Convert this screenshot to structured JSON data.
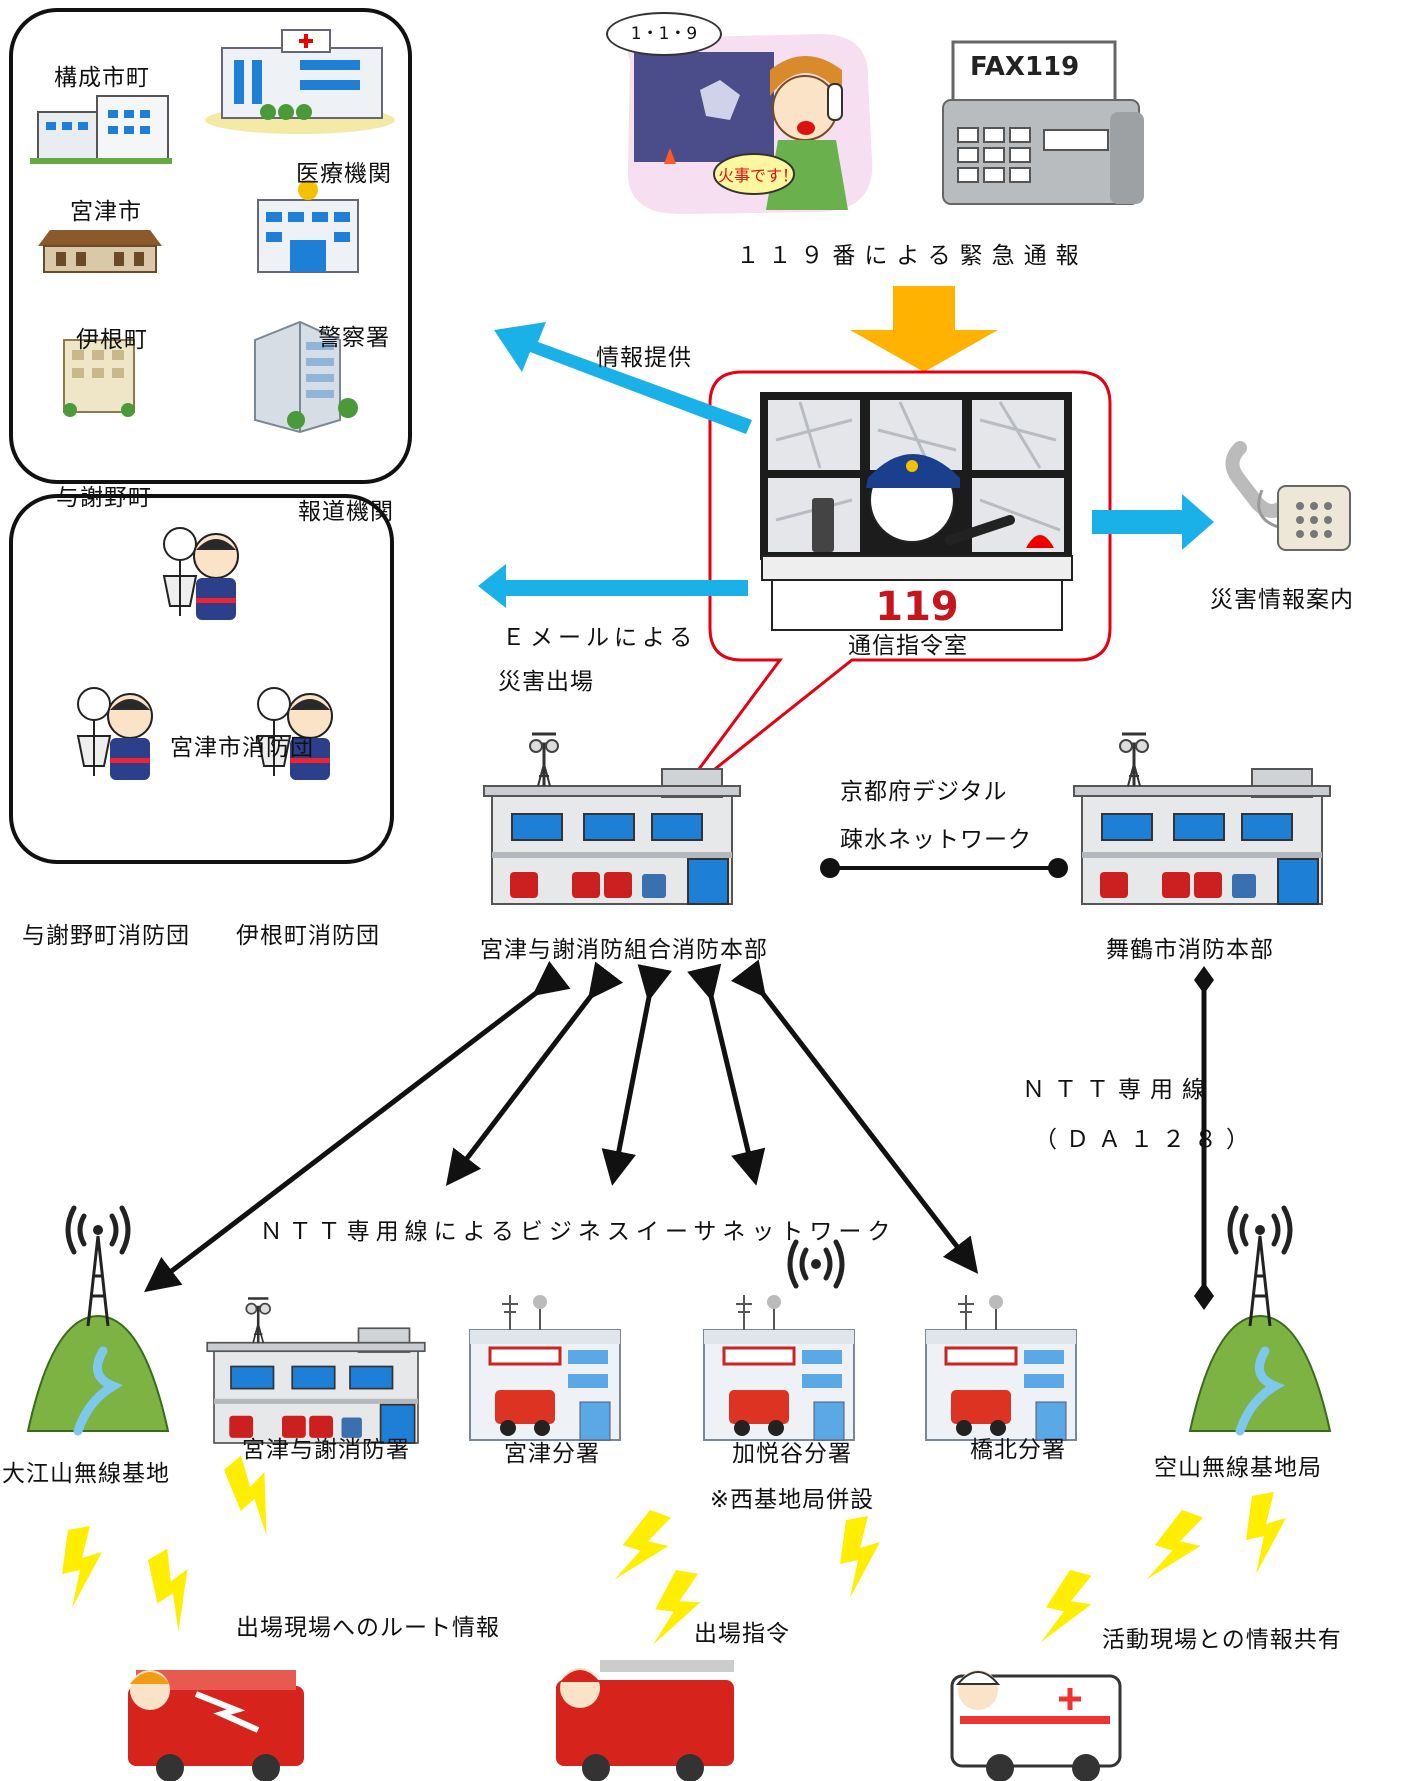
{
  "municipalities": {
    "title": "構成市町",
    "miyazu": "宮津市",
    "medical": "医療機関",
    "ine": "伊根町",
    "police": "警察署",
    "yosano": "与謝野町",
    "press": "報道機関"
  },
  "fire_corps": {
    "miyazu": "宮津市消防団",
    "yosano": "与謝野町消防団",
    "ine": "伊根町消防団"
  },
  "caller": {
    "bubble": "1・1・9",
    "speech": "火事です！",
    "fax": "FAX119",
    "caption": "１１９番による緊急通報"
  },
  "command_center": {
    "sign": "119",
    "label": "通信指令室"
  },
  "flows": {
    "info_provision": "情報提供",
    "email_line1": "Ｅメールによる",
    "email_line2": "災害出場",
    "disaster_info": "災害情報案内"
  },
  "hq": {
    "main": "宮津与謝消防組合消防本部",
    "maizuru": "舞鶴市消防本部",
    "kyoto_line1": "京都府デジタル",
    "kyoto_line2": "疎水ネットワーク"
  },
  "network": {
    "business_ether": "ＮＴＴ専用線によるビジネスイーサネットワーク",
    "ntt_line": "ＮＴＴ専用線",
    "ntt_code": "（ＤＡ１２８）"
  },
  "stations": {
    "oeyama": "大江山無線基地",
    "miyazu_yosa": "宮津与謝消防署",
    "miyazu_branch": "宮津分署",
    "kayadani": "加悦谷分署",
    "kayadani_note": "※西基地局併設",
    "kyohoku": "橋北分署",
    "sorayama": "空山無線基地局"
  },
  "radio": {
    "route": "出場現場へのルート情報",
    "dispatch": "出場指令",
    "share": "活動現場との情報共有"
  },
  "colors": {
    "arrow_blue": "#1ab0e8",
    "arrow_orange": "#ffb300",
    "callout_red": "#e60012",
    "lightning": "#ffee00",
    "mountain": "#7cb342"
  }
}
